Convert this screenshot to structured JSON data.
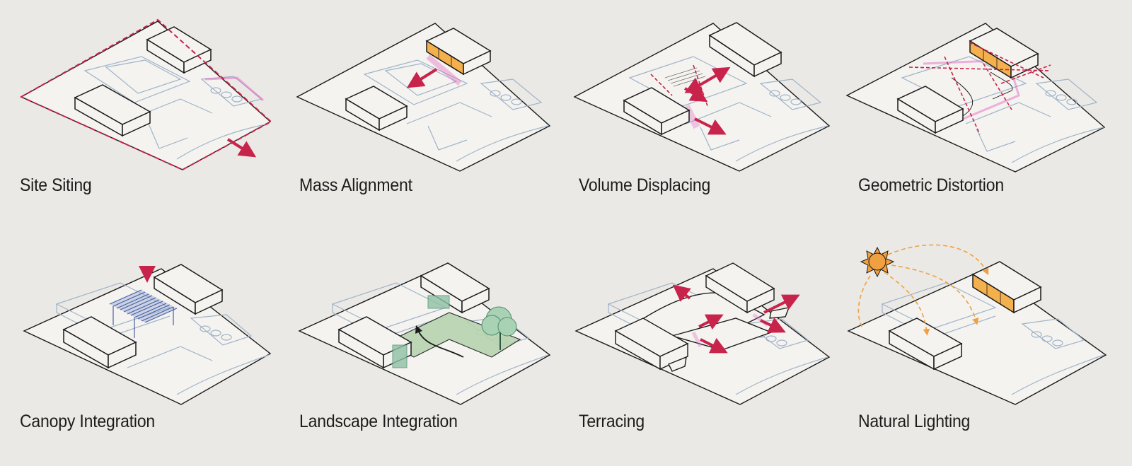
{
  "diagrams": [
    {
      "label": "Site Siting"
    },
    {
      "label": "Mass Alignment"
    },
    {
      "label": "Volume Displacing"
    },
    {
      "label": "Geometric Distortion"
    },
    {
      "label": "Canopy Integration"
    },
    {
      "label": "Landscape Integration"
    },
    {
      "label": "Terracing"
    },
    {
      "label": "Natural Lighting"
    }
  ],
  "colors": {
    "background": "#ebe9e5",
    "line": "#1a1a1a",
    "site_outline": "#9fb3c8",
    "arrow": "#c8234a",
    "highlight": "#e46cc2",
    "glazing": "#f4b04c",
    "canopy": "#4a5fa0",
    "vegetation": "#4e8f6c",
    "sun": "#f0a040"
  }
}
